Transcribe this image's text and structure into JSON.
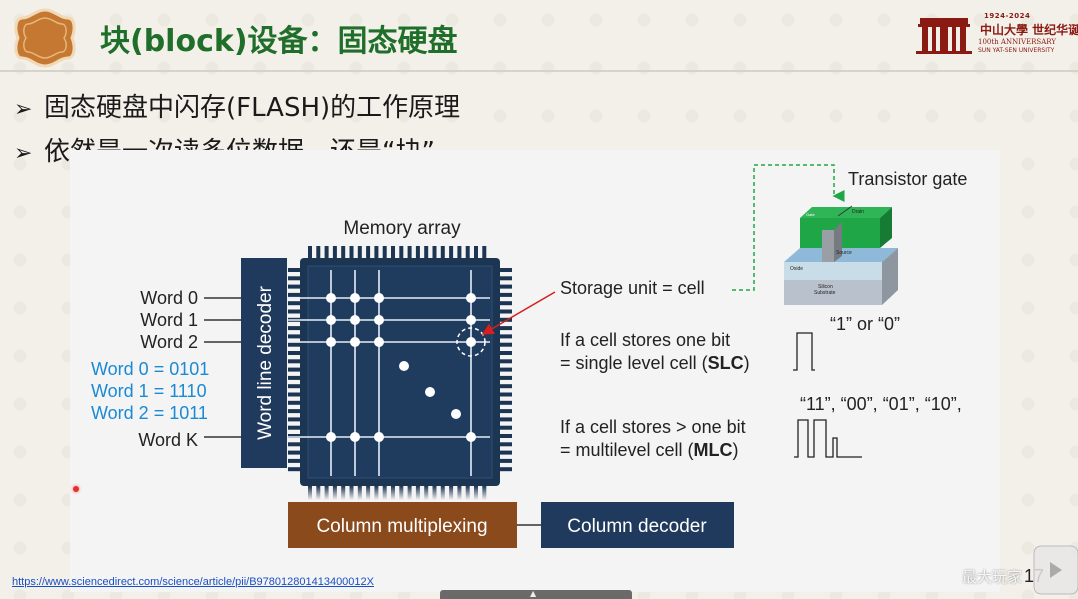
{
  "slide": {
    "title": "块(block)设备：固态硬盘",
    "bullets": [
      "固态硬盘中闪存(FLASH)的工作原理",
      "依然是一次读多位数据，还是“块”"
    ],
    "page_number": "17",
    "source_url": "https://www.sciencedirect.com/science/article/pii/B978012801413400012X"
  },
  "university_logo": {
    "years": "1924-2024",
    "cn_text": "中山大學 世纪华诞",
    "anniversary": "100th ANNIVERSARY",
    "name": "SUN YAT-SEN UNIVERSITY"
  },
  "watermark_text": "最大玩家",
  "diagram": {
    "memory_array_label": "Memory array",
    "word_line_decoder_label": "Word line decoder",
    "word_labels": [
      "Word 0",
      "Word 1",
      "Word 2",
      "Word K"
    ],
    "word_values": [
      "Word 0 = 0101",
      "Word 1 = 1110",
      "Word 2 = 1011"
    ],
    "column_multiplexing_label": "Column multiplexing",
    "column_decoder_label": "Column decoder",
    "storage_unit_label": "Storage unit = cell",
    "transistor_gate_label": "Transistor gate",
    "transistor_parts": {
      "gate": "Gate",
      "drain": "Drain",
      "source": "Source",
      "oxide": "Oxide",
      "silicon": "Silicon",
      "substrate": "Substrate"
    },
    "slc_states_label": "“1”  or “0”",
    "slc_line1": "If a cell stores one bit",
    "slc_line2_prefix": "= single level cell (",
    "slc_abbr": "SLC",
    "slc_line2_suffix": ")",
    "mlc_states_label": "“11”, “00”, “01”, “10”,",
    "mlc_line1": "If a cell stores > one bit",
    "mlc_line2_prefix": "= multilevel cell (",
    "mlc_abbr": "MLC",
    "mlc_line2_suffix": ")"
  },
  "colors": {
    "title_green": "#1f6e2a",
    "chip_navy": "#1c3552",
    "decoder_navy": "#1f3a5c",
    "mux_brown": "#8a4a1c",
    "word_value_blue": "#1a8ad4",
    "transistor_green": "#1fa646",
    "arrow_red": "#d42020"
  }
}
